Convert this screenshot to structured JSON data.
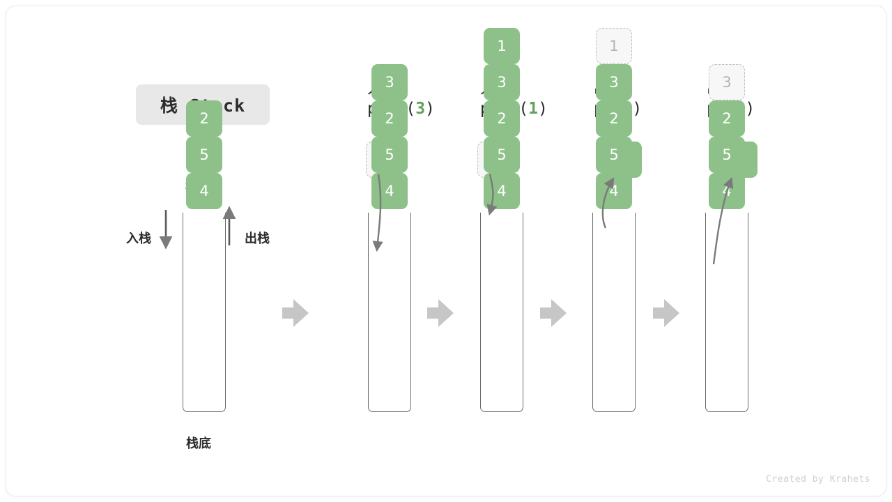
{
  "title": {
    "text": "栈 Stack"
  },
  "legend": {
    "top_label": "栈顶",
    "bottom_label": "栈底",
    "push_label": "入栈",
    "pop_label": "出栈"
  },
  "credit": {
    "text": "Created by Krahets"
  },
  "colors": {
    "element_green": "#8dc189",
    "accent_green": "#63a05b",
    "ghost_fill": "#f7f7f7",
    "ghost_border": "#bdbdbd",
    "tube_stroke": "#6a6a6a",
    "arrow_gray": "#7a7a7a",
    "block_arrow": "#c6c6c6",
    "chip_bg": "#e8e8e8"
  },
  "stages": [
    {
      "id": "initial",
      "header_cn": "",
      "header_fn_prefix": "",
      "header_arg": "",
      "header_fn_suffix": "",
      "cells_bottom_to_top": [
        "4",
        "5",
        "2"
      ],
      "ghost_index": null,
      "float_cell": null,
      "float_kind": null
    },
    {
      "id": "push-3",
      "header_cn": "入栈",
      "header_fn_prefix": "push(",
      "header_arg": "3",
      "header_fn_suffix": ")",
      "cells_bottom_to_top": [
        "4",
        "5",
        "2",
        "3"
      ],
      "ghost_index": null,
      "float_cell": "3",
      "float_kind": "ghost"
    },
    {
      "id": "push-1",
      "header_cn": "入栈",
      "header_fn_prefix": "push(",
      "header_arg": "1",
      "header_fn_suffix": ")",
      "cells_bottom_to_top": [
        "4",
        "5",
        "2",
        "3",
        "1"
      ],
      "ghost_index": null,
      "float_cell": "1",
      "float_kind": "ghost"
    },
    {
      "id": "pop-1",
      "header_cn": "出栈",
      "header_fn_prefix": "pop(",
      "header_arg": "",
      "header_fn_suffix": ")",
      "cells_bottom_to_top": [
        "4",
        "5",
        "2",
        "3",
        "1"
      ],
      "ghost_index": 4,
      "float_cell": "1",
      "float_kind": "solid"
    },
    {
      "id": "pop-3",
      "header_cn": "出栈",
      "header_fn_prefix": "pop(",
      "header_arg": "",
      "header_fn_suffix": ")",
      "cells_bottom_to_top": [
        "4",
        "5",
        "2",
        "3"
      ],
      "ghost_index": 3,
      "float_cell": "3",
      "float_kind": "solid"
    }
  ]
}
